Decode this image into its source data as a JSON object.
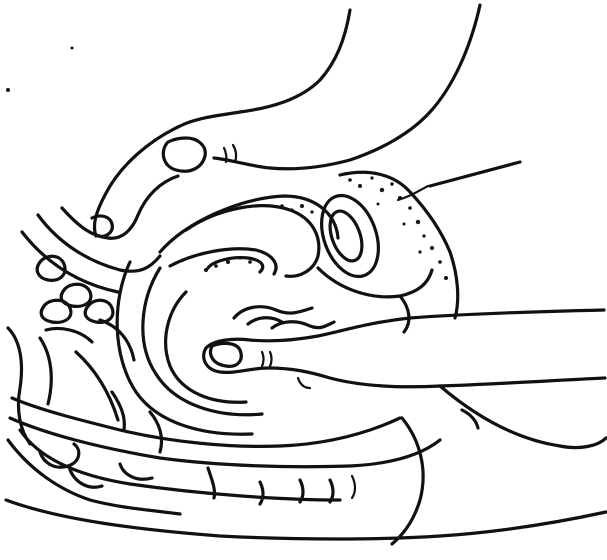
{
  "figure": {
    "background": "#ffffff",
    "ink_color": "#111111",
    "style": "black line-art illustration",
    "parts": [
      "upper-hand",
      "abdominal-wall",
      "uterus",
      "ovary",
      "pelvic-bones",
      "bladder",
      "vaginal-examining-hand",
      "rectum",
      "spine"
    ]
  }
}
